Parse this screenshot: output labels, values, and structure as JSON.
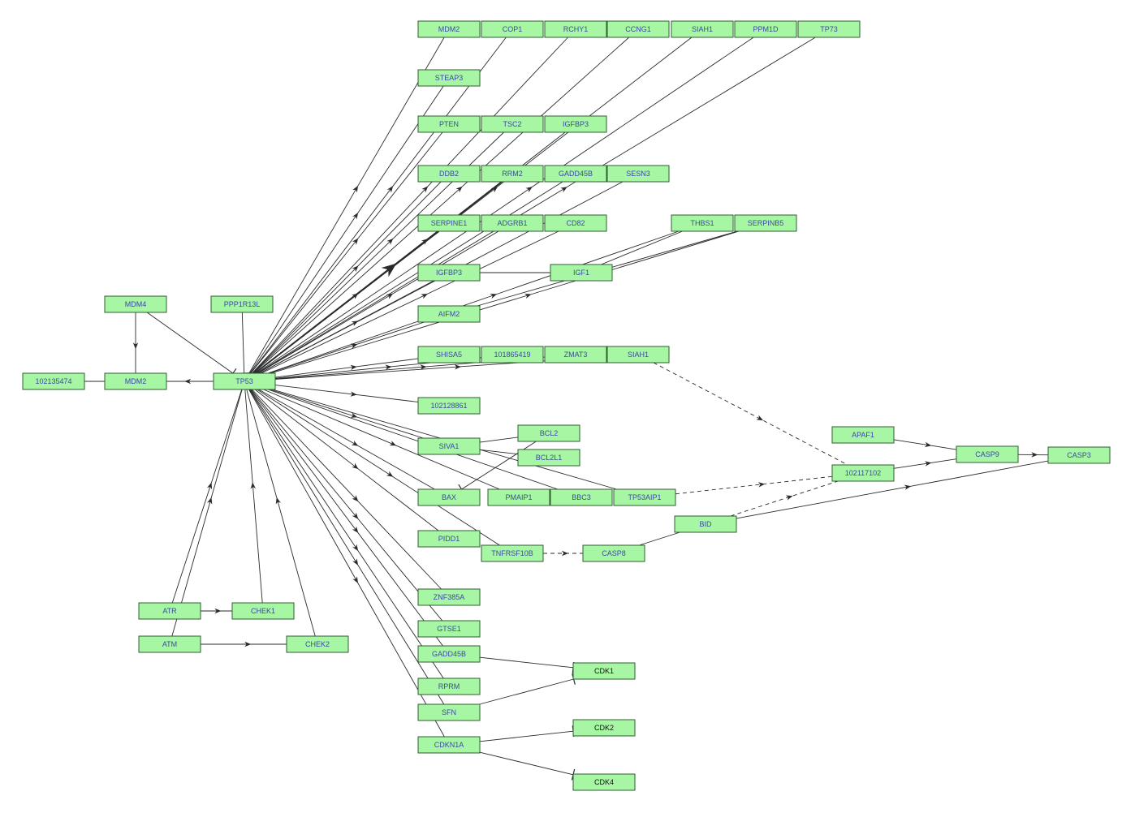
{
  "nodes": [
    {
      "id": "MDM2_top",
      "label": "MDM2"
    },
    {
      "id": "COP1",
      "label": "COP1"
    },
    {
      "id": "RCHY1",
      "label": "RCHY1"
    },
    {
      "id": "CCNG1",
      "label": "CCNG1"
    },
    {
      "id": "SIAH1_top",
      "label": "SIAH1"
    },
    {
      "id": "PPM1D",
      "label": "PPM1D"
    },
    {
      "id": "TP73",
      "label": "TP73"
    },
    {
      "id": "STEAP3",
      "label": "STEAP3"
    },
    {
      "id": "PTEN",
      "label": "PTEN"
    },
    {
      "id": "TSC2",
      "label": "TSC2"
    },
    {
      "id": "IGFBP3_top",
      "label": "IGFBP3"
    },
    {
      "id": "DDB2",
      "label": "DDB2"
    },
    {
      "id": "RRM2",
      "label": "RRM2"
    },
    {
      "id": "GADD45B_top",
      "label": "GADD45B"
    },
    {
      "id": "SESN3",
      "label": "SESN3"
    },
    {
      "id": "SERPINE1",
      "label": "SERPINE1"
    },
    {
      "id": "ADGRB1",
      "label": "ADGRB1"
    },
    {
      "id": "CD82",
      "label": "CD82"
    },
    {
      "id": "THBS1",
      "label": "THBS1"
    },
    {
      "id": "SERPINB5",
      "label": "SERPINB5"
    },
    {
      "id": "IGFBP3",
      "label": "IGFBP3"
    },
    {
      "id": "IGF1",
      "label": "IGF1"
    },
    {
      "id": "AIFM2",
      "label": "AIFM2"
    },
    {
      "id": "MDM4",
      "label": "MDM4"
    },
    {
      "id": "PPP1R13L",
      "label": "PPP1R13L"
    },
    {
      "id": "SHISA5",
      "label": "SHISA5"
    },
    {
      "id": "101865419",
      "label": "101865419"
    },
    {
      "id": "ZMAT3",
      "label": "ZMAT3"
    },
    {
      "id": "SIAH1",
      "label": "SIAH1"
    },
    {
      "id": "102135474",
      "label": "102135474"
    },
    {
      "id": "MDM2",
      "label": "MDM2"
    },
    {
      "id": "TP53",
      "label": "TP53"
    },
    {
      "id": "102128861",
      "label": "102128861"
    },
    {
      "id": "BCL2",
      "label": "BCL2"
    },
    {
      "id": "APAF1",
      "label": "APAF1"
    },
    {
      "id": "SIVA1",
      "label": "SIVA1"
    },
    {
      "id": "BCL2L1",
      "label": "BCL2L1"
    },
    {
      "id": "CASP9",
      "label": "CASP9"
    },
    {
      "id": "CASP3",
      "label": "CASP3"
    },
    {
      "id": "102117102",
      "label": "102117102"
    },
    {
      "id": "BAX",
      "label": "BAX"
    },
    {
      "id": "PMAIP1",
      "label": "PMAIP1"
    },
    {
      "id": "BBC3",
      "label": "BBC3"
    },
    {
      "id": "TP53AIP1",
      "label": "TP53AIP1"
    },
    {
      "id": "BID",
      "label": "BID"
    },
    {
      "id": "PIDD1",
      "label": "PIDD1"
    },
    {
      "id": "TNFRSF10B",
      "label": "TNFRSF10B"
    },
    {
      "id": "CASP8",
      "label": "CASP8"
    },
    {
      "id": "ZNF385A",
      "label": "ZNF385A"
    },
    {
      "id": "ATR",
      "label": "ATR"
    },
    {
      "id": "CHEK1",
      "label": "CHEK1"
    },
    {
      "id": "GTSE1",
      "label": "GTSE1"
    },
    {
      "id": "ATM",
      "label": "ATM"
    },
    {
      "id": "CHEK2",
      "label": "CHEK2"
    },
    {
      "id": "GADD45B",
      "label": "GADD45B"
    },
    {
      "id": "CDK1",
      "label": "CDK1"
    },
    {
      "id": "RPRM",
      "label": "RPRM"
    },
    {
      "id": "SFN",
      "label": "SFN"
    },
    {
      "id": "CDK2",
      "label": "CDK2"
    },
    {
      "id": "CDKN1A",
      "label": "CDKN1A"
    },
    {
      "id": "CDK4",
      "label": "CDK4"
    }
  ],
  "edges": [
    {
      "from": "TP53",
      "to": "MDM2_top",
      "type": "activation"
    },
    {
      "from": "TP53",
      "to": "COP1",
      "type": "activation"
    },
    {
      "from": "TP53",
      "to": "RCHY1",
      "type": "activation"
    },
    {
      "from": "TP53",
      "to": "CCNG1",
      "type": "activation"
    },
    {
      "from": "TP53",
      "to": "SIAH1_top",
      "type": "activation"
    },
    {
      "from": "TP53",
      "to": "PPM1D",
      "type": "activation"
    },
    {
      "from": "TP53",
      "to": "TP73",
      "type": "activation"
    },
    {
      "from": "TP53",
      "to": "STEAP3",
      "type": "activation"
    },
    {
      "from": "TP53",
      "to": "PTEN",
      "type": "activation"
    },
    {
      "from": "TP53",
      "to": "TSC2",
      "type": "activation"
    },
    {
      "from": "TP53",
      "to": "IGFBP3_top",
      "type": "activation"
    },
    {
      "from": "TP53",
      "to": "DDB2",
      "type": "activation"
    },
    {
      "from": "TP53",
      "to": "RRM2",
      "type": "activation",
      "bold": true
    },
    {
      "from": "TP53",
      "to": "GADD45B_top",
      "type": "activation"
    },
    {
      "from": "TP53",
      "to": "SESN3",
      "type": "activation"
    },
    {
      "from": "TP53",
      "to": "SERPINE1",
      "type": "activation"
    },
    {
      "from": "TP53",
      "to": "ADGRB1",
      "type": "activation"
    },
    {
      "from": "TP53",
      "to": "CD82",
      "type": "activation"
    },
    {
      "from": "TP53",
      "to": "THBS1",
      "type": "activation"
    },
    {
      "from": "TP53",
      "to": "SERPINB5",
      "type": "activation"
    },
    {
      "from": "TP53",
      "to": "IGFBP3",
      "type": "activation"
    },
    {
      "from": "TP53",
      "to": "AIFM2",
      "type": "activation"
    },
    {
      "from": "TP53",
      "to": "SHISA5",
      "type": "activation"
    },
    {
      "from": "TP53",
      "to": "101865419",
      "type": "activation"
    },
    {
      "from": "TP53",
      "to": "ZMAT3",
      "type": "activation"
    },
    {
      "from": "TP53",
      "to": "SIAH1",
      "type": "activation"
    },
    {
      "from": "TP53",
      "to": "102128861",
      "type": "activation"
    },
    {
      "from": "TP53",
      "to": "SIVA1",
      "type": "activation"
    },
    {
      "from": "TP53",
      "to": "BAX",
      "type": "activation"
    },
    {
      "from": "TP53",
      "to": "PMAIP1",
      "type": "activation"
    },
    {
      "from": "TP53",
      "to": "BBC3",
      "type": "activation"
    },
    {
      "from": "TP53",
      "to": "TP53AIP1",
      "type": "activation"
    },
    {
      "from": "TP53",
      "to": "PIDD1",
      "type": "activation"
    },
    {
      "from": "TP53",
      "to": "TNFRSF10B",
      "type": "activation"
    },
    {
      "from": "TP53",
      "to": "ZNF385A",
      "type": "activation"
    },
    {
      "from": "TP53",
      "to": "GTSE1",
      "type": "activation"
    },
    {
      "from": "TP53",
      "to": "GADD45B",
      "type": "activation"
    },
    {
      "from": "TP53",
      "to": "RPRM",
      "type": "activation"
    },
    {
      "from": "TP53",
      "to": "SFN",
      "type": "activation"
    },
    {
      "from": "TP53",
      "to": "CDKN1A",
      "type": "activation"
    },
    {
      "from": "TP53",
      "to": "MDM2",
      "type": "activation"
    },
    {
      "from": "MDM4",
      "to": "MDM2",
      "type": "activation"
    },
    {
      "from": "MDM4",
      "to": "TP53",
      "type": "inhibition"
    },
    {
      "from": "PPP1R13L",
      "to": "TP53",
      "type": "inhibition"
    },
    {
      "from": "102135474",
      "to": "MDM2",
      "type": "line"
    },
    {
      "from": "ATR",
      "to": "TP53",
      "type": "activation"
    },
    {
      "from": "ATM",
      "to": "TP53",
      "type": "activation"
    },
    {
      "from": "CHEK1",
      "to": "TP53",
      "type": "activation"
    },
    {
      "from": "CHEK2",
      "to": "TP53",
      "type": "activation"
    },
    {
      "from": "ATR",
      "to": "CHEK1",
      "type": "activation"
    },
    {
      "from": "ATM",
      "to": "CHEK2",
      "type": "activation"
    },
    {
      "from": "IGFBP3",
      "to": "IGF1",
      "type": "line"
    },
    {
      "from": "THBS1",
      "to": "IGF1",
      "type": "line"
    },
    {
      "from": "SERPINB5",
      "to": "AIFM2",
      "type": "activation"
    },
    {
      "from": "SIVA1",
      "to": "BCL2",
      "type": "line"
    },
    {
      "from": "SIVA1",
      "to": "BCL2L1",
      "type": "line"
    },
    {
      "from": "BCL2",
      "to": "BAX",
      "type": "inhibition"
    },
    {
      "from": "SIAH1",
      "to": "102117102",
      "type": "dashed"
    },
    {
      "from": "TP53AIP1",
      "to": "102117102",
      "type": "dashed"
    },
    {
      "from": "BID",
      "to": "102117102",
      "type": "dashed"
    },
    {
      "from": "TNFRSF10B",
      "to": "CASP8",
      "type": "dashed"
    },
    {
      "from": "CASP8",
      "to": "BID",
      "type": "line"
    },
    {
      "from": "BID",
      "to": "CASP3",
      "type": "activation"
    },
    {
      "from": "APAF1",
      "to": "CASP9",
      "type": "activation"
    },
    {
      "from": "102117102",
      "to": "CASP9",
      "type": "activation"
    },
    {
      "from": "CASP9",
      "to": "CASP3",
      "type": "activation"
    },
    {
      "from": "GADD45B",
      "to": "CDK1",
      "type": "inhibition"
    },
    {
      "from": "SFN",
      "to": "CDK1",
      "type": "inhibition"
    },
    {
      "from": "CDKN1A",
      "to": "CDK2",
      "type": "inhibition"
    },
    {
      "from": "CDKN1A",
      "to": "CDK4",
      "type": "inhibition"
    }
  ]
}
